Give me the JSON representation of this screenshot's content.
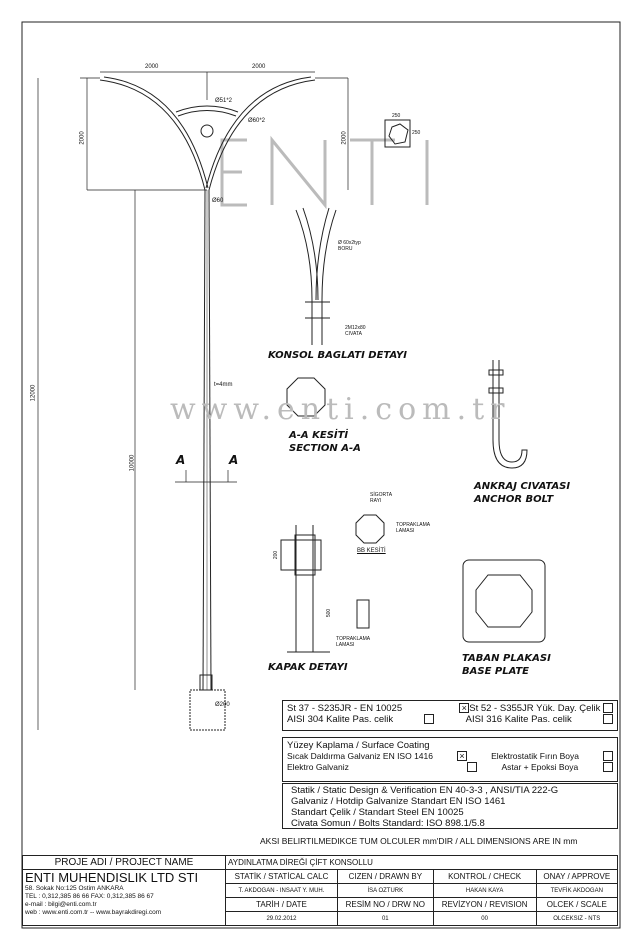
{
  "drawing": {
    "dimensions": {
      "arm_left": "2000",
      "arm_right": "2000",
      "arm_height_left": "2000",
      "arm_height_right": "2000",
      "total_height": "12000",
      "pole_height": "10000",
      "arc_pipe": "Ø51*2",
      "arm_pipe": "Ø60*2",
      "top_pipe": "Ø60",
      "base_pipe": "Ø200",
      "thickness": "t=4mm",
      "box_w": "250",
      "box_h": "250",
      "door_h": "200",
      "door_base": "500"
    },
    "section_marks": {
      "left": "A",
      "right": "A"
    },
    "konsol_notes": {
      "pipe": "Ø 60x2typ BORU",
      "bolt": "2M12x80 CIVATA"
    },
    "kapak_notes": {
      "fuse": "SİGORTA RAYI",
      "ground": "TOPRAKLAMA LAMASI",
      "ground2": "TOPRAKLAMA LAMASI",
      "section": "BB KESİTİ"
    },
    "captions": {
      "konsol": "KONSOL BAGLATI DETAYI",
      "section1": "A-A KESİTİ",
      "section2": "SECTION A-A",
      "anchor1": "ANKRAJ CIVATASI",
      "anchor2": "ANCHOR BOLT",
      "kapak": "KAPAK DETAYI",
      "base1": "TABAN PLAKASI",
      "base2": "BASE PLATE"
    },
    "watermark": {
      "logo": "ENTI",
      "url": "www.enti.com.tr"
    }
  },
  "material": {
    "st37": "St 37 - S235JR - EN 10025",
    "st52": "St 52 - S355JR Yük. Day. Çelik",
    "aisi304": "AISI 304 Kalite Pas. celik",
    "aisi316": "AISI 316 Kalite Pas. celik",
    "checked": [
      "st37"
    ]
  },
  "coating": {
    "title": "Yüzey Kaplama / Surface Coating",
    "hotdip": "Sıcak Daldırma Galvaniz EN ISO 1416",
    "electro": "Elektro Galvaniz",
    "powder": "Elektrostatik Fırın Boya",
    "epoxy": "Astar + Epoksi Boya",
    "checked": [
      "hotdip"
    ]
  },
  "standards": [
    "Statik / Static Design & Verification EN 40-3-3 , ANSI/TIA 222-G",
    "Galvaniz / Hotdip Galvanize Standart EN ISO 1461",
    "Standart Çelik / Standart Steel EN 10025",
    "Civata Somun / Bolts Standard: ISO 898.1/5.8"
  ],
  "dimensions_note": "AKSI BELIRTILMEDIKCE TUM OLCULER mm'DIR / ALL DIMENSIONS ARE IN mm",
  "title_block": {
    "project_label": "PROJE ADI / PROJECT NAME",
    "project_name": "AYDINLATMA DİREĞİ ÇİFT KONSOLLU",
    "company": "ENTI MUHENDISLIK LTD STI",
    "address": "58. Sokak No:125 Ostim ANKARA",
    "phone": "TEL : 0,312,385 86 66  FAX: 0,312,385 86 67",
    "email": "e-mail : bilgi@enti.com.tr",
    "web": "web   : www.enti.com.tr  --  www.bayrakdiregi.com",
    "headers1": [
      "STATİK / STATİCAL CALC",
      "CIZEN / DRAWN BY",
      "KONTROL / CHECK",
      "ONAY / APPROVE"
    ],
    "values1": [
      "T. AKDOGAN - INSAAT Y. MUH.",
      "İSA OZTURK",
      "HAKAN KAYA",
      "TEVFİK AKDOGAN"
    ],
    "headers2": [
      "TARİH / DATE",
      "RESİM NO / DRW NO",
      "REVİZYON / REVISION",
      "OLCEK / SCALE"
    ],
    "values2": [
      "29.02.2012",
      "01",
      "00",
      "OLCEKSIZ - NTS"
    ]
  }
}
